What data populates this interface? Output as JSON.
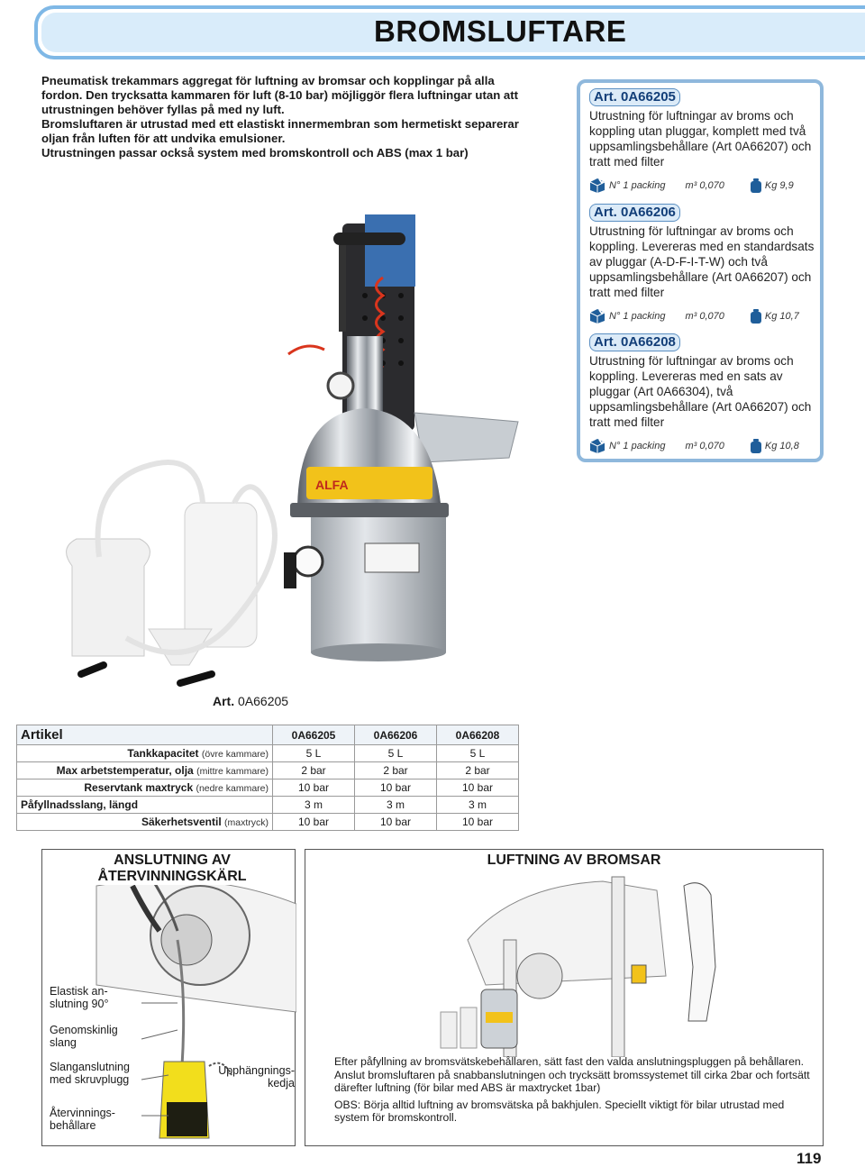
{
  "page": {
    "title": "BROMSLUFTARE",
    "number": "119"
  },
  "intro": {
    "p1": "Pneumatisk trekammars aggregat för luftning av bromsar och kopplingar på alla fordon. Den trycksatta kammaren för luft (8-10 bar) möjliggör flera luftningar utan att utrustningen behöver fyllas på med ny luft.",
    "p2": "Bromsluftaren är utrustad med ett elastiskt innermembran som hermetiskt separerar oljan från luften för att undvika emulsioner.",
    "p3": "Utrustningen passar också system med bromskontroll och ABS (max 1 bar)"
  },
  "articles": [
    {
      "code": "Art. 0A66205",
      "desc": "Utrustning för luftningar av broms och koppling utan pluggar, komplett med två uppsamlingsbehållare (Art 0A66207) och tratt med filter",
      "packing": "N° 1 packing",
      "volume": "m³ 0,070",
      "weight": "Kg 9,9"
    },
    {
      "code": "Art. 0A66206",
      "desc": "Utrustning för luftningar av broms och koppling. Levereras med en standardsats av pluggar (A-D-F-I-T-W) och två uppsamlingsbehållare (Art 0A66207) och tratt med filter",
      "packing": "N° 1 packing",
      "volume": "m³ 0,070",
      "weight": "Kg 10,7"
    },
    {
      "code": "Art. 0A66208",
      "desc": "Utrustning för luftningar av broms och koppling. Levereras med en sats av pluggar (Art 0A66304), två uppsamlingsbehållare (Art 0A66207) och tratt med filter",
      "packing": "N° 1 packing",
      "volume": "m³ 0,070",
      "weight": "Kg 10,8"
    }
  ],
  "product": {
    "caption_prefix": "Art.",
    "caption_code": "0A66205",
    "sticker": "ALFA"
  },
  "table": {
    "header": {
      "label": "Artikel",
      "cols": [
        "0A66205",
        "0A66206",
        "0A66208"
      ]
    },
    "rows": [
      {
        "label": "Tankkapacitet",
        "sub": "(övre kammare)",
        "values": [
          "5 L",
          "5 L",
          "5 L"
        ],
        "align": "right"
      },
      {
        "label": "Max arbetstemperatur, olja",
        "sub": "(mittre kammare)",
        "values": [
          "2 bar",
          "2 bar",
          "2 bar"
        ],
        "align": "right"
      },
      {
        "label": "Reservtank maxtryck",
        "sub": "(nedre kammare)",
        "values": [
          "10 bar",
          "10 bar",
          "10 bar"
        ],
        "align": "right"
      },
      {
        "label": "Påfyllnadsslang, längd",
        "sub": "",
        "values": [
          "3 m",
          "3 m",
          "3 m"
        ],
        "align": "left"
      },
      {
        "label": "Säkerhetsventil",
        "sub": "(maxtryck)",
        "values": [
          "10 bar",
          "10 bar",
          "10 bar"
        ],
        "align": "right"
      }
    ]
  },
  "panel_left": {
    "title": "ANSLUTNING AV ÅTERVINNINGSKÄRL",
    "labels": {
      "elastic": "Elastisk an- slutning 90°",
      "hose": "Genomskinlig slang",
      "hose_end": "Slanganslutning med skruvplugg",
      "container": "Återvinnings- behållare",
      "chain": "Upphängnings- kedja"
    }
  },
  "panel_right": {
    "title": "LUFTNING AV BROMSAR",
    "text1": "Efter påfyllning av bromsvätskebehållaren, sätt fast den valda anslutningspluggen på behållaren. Anslut bromsluftaren på snabbanslutningen och trycksätt bromssystemet till cirka 2bar och fortsätt därefter luftning (för bilar med ABS är maxtrycket 1bar)",
    "text2": "OBS: Börja alltid luftning av bromsvätska på bakhjulen. Speciellt viktigt för bilar utrustad med system för bromskontroll."
  },
  "colors": {
    "header_border": "#7fb8e6",
    "header_fill": "#d9ecfa",
    "box_border": "#8fb8dc",
    "code_text": "#123e78",
    "sticker_yellow": "#f2c21a"
  }
}
